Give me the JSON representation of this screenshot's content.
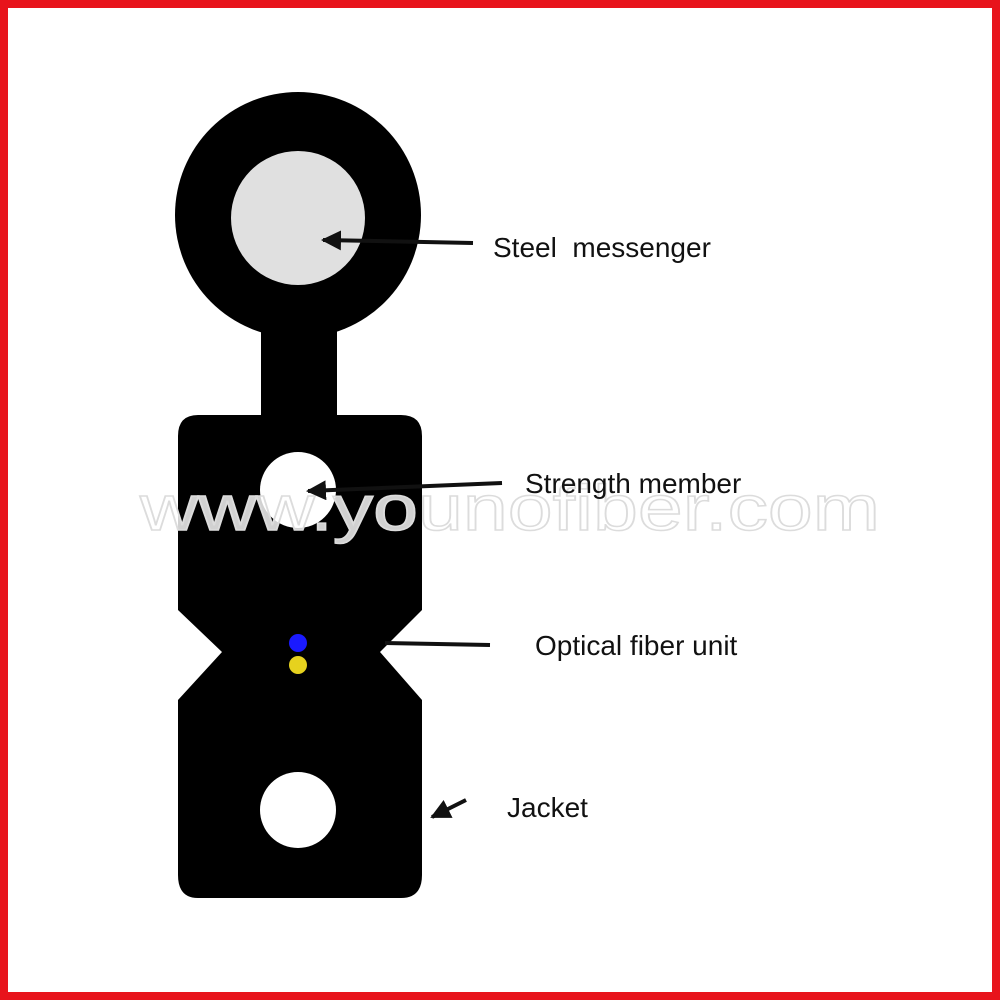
{
  "diagram": {
    "labels": {
      "steel_messenger": "Steel  messenger",
      "strength_member": "Strength member",
      "optical_fiber_unit": "Optical fiber unit",
      "jacket": "Jacket"
    },
    "watermark": "www.younofiber.com",
    "colors": {
      "border": "#e8141c",
      "jacket": "#000000",
      "steel_core": "#e0e0e0",
      "fiber_blue": "#1a1aff",
      "fiber_yellow": "#e6d21e"
    }
  }
}
